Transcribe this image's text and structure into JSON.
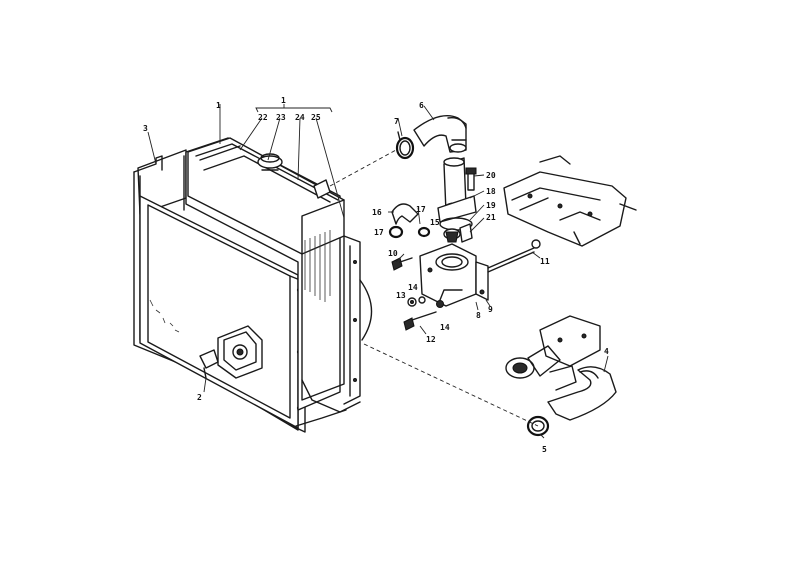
{
  "callouts": {
    "c1_top": "1",
    "c1_main": "1",
    "c2": "2",
    "c3": "3",
    "c4": "4",
    "c5": "5",
    "c6": "6",
    "c7": "7",
    "c8": "8",
    "c9": "9",
    "c10": "10",
    "c11": "11",
    "c12": "12",
    "c13": "13",
    "c14a": "14",
    "c14b": "14",
    "c15": "15",
    "c16": "16",
    "c17a": "17",
    "c17b": "17",
    "c18": "18",
    "c19": "19",
    "c20": "20",
    "c21": "21",
    "c22": "22",
    "c23": "23",
    "c24": "24",
    "c25": "25"
  },
  "colors": {
    "ink": "#1a1a1a",
    "paper": "#ffffff"
  }
}
